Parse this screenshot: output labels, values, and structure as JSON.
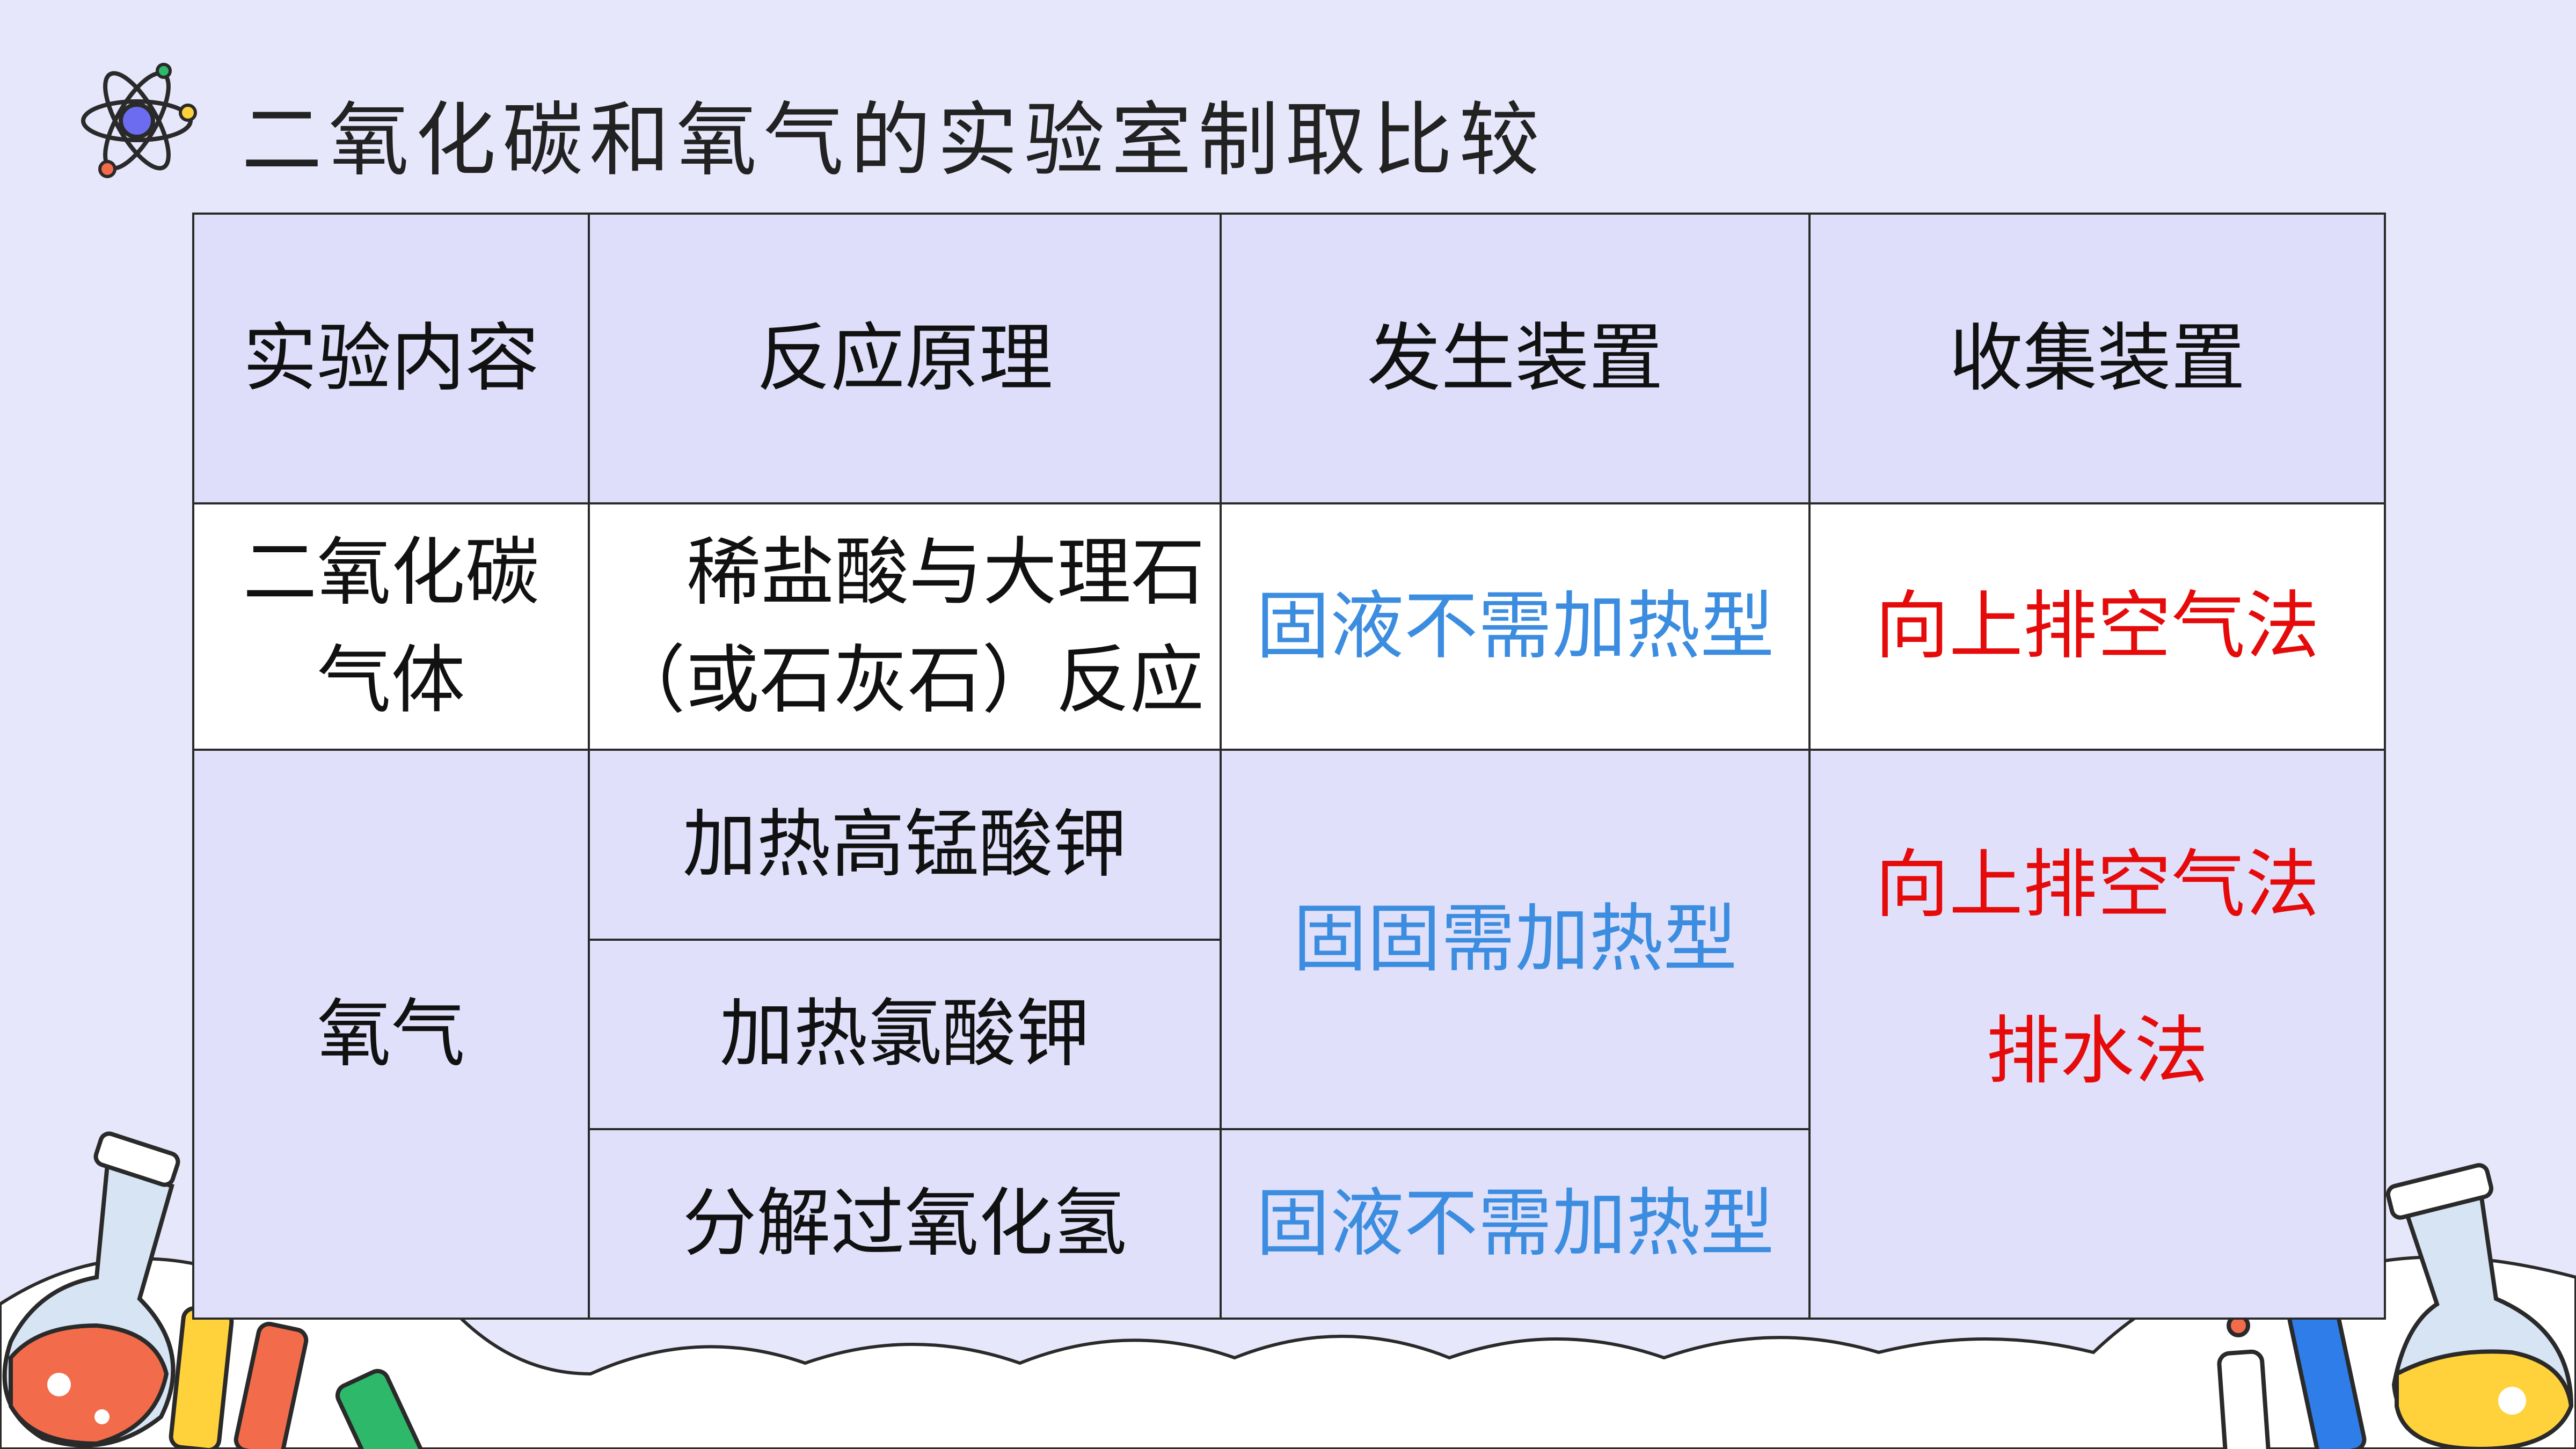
{
  "page": {
    "title": "二氧化碳和氧气的实验室制取比较"
  },
  "colors": {
    "background": "#e7e7fb",
    "header_fill": "#dedefa",
    "blue_text": "#3c8de0",
    "red_text": "#e60b0b"
  },
  "table": {
    "headers": [
      "实验内容",
      "反应原理",
      "发生装置",
      "收集装置"
    ],
    "co2": {
      "name_line1": "二氧化碳",
      "name_line2": "气体",
      "reaction_line1": "稀盐酸与大理石",
      "reaction_line2": "（或石灰石）反应",
      "apparatus": "固液不需加热型",
      "collection": "向上排空气法"
    },
    "o2": {
      "name": "氧气",
      "reactions": [
        "加热高锰酸钾",
        "加热氯酸钾",
        "分解过氧化氢"
      ],
      "apparatus_heated": "固固需加热型",
      "apparatus_unheated": "固液不需加热型",
      "collection_line1": "向上排空气法",
      "collection_line2": "排水法"
    }
  },
  "icons": {
    "title_icon": "atom-icon",
    "decoration": "lab-glassware-decoration"
  }
}
